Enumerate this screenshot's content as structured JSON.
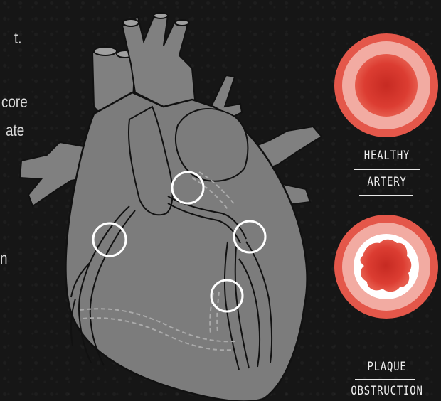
{
  "left_text_fragments": [
    "t.",
    "core",
    "ate",
    "n"
  ],
  "arteries": [
    {
      "label_line1": "HEALTHY",
      "label_line2": "ARTERY"
    },
    {
      "label_line1": "PLAQUE",
      "label_line2": "OBSTRUCTION"
    }
  ],
  "colors": {
    "background": "#161616",
    "heart_fill": "#808080",
    "heart_outline": "#111111",
    "highlight_ring": "#ffffff",
    "artery_outer": "#e45a4c",
    "artery_wall": "#f2aaa0",
    "artery_blood": "#d83a30",
    "plaque": "#ffffff"
  }
}
